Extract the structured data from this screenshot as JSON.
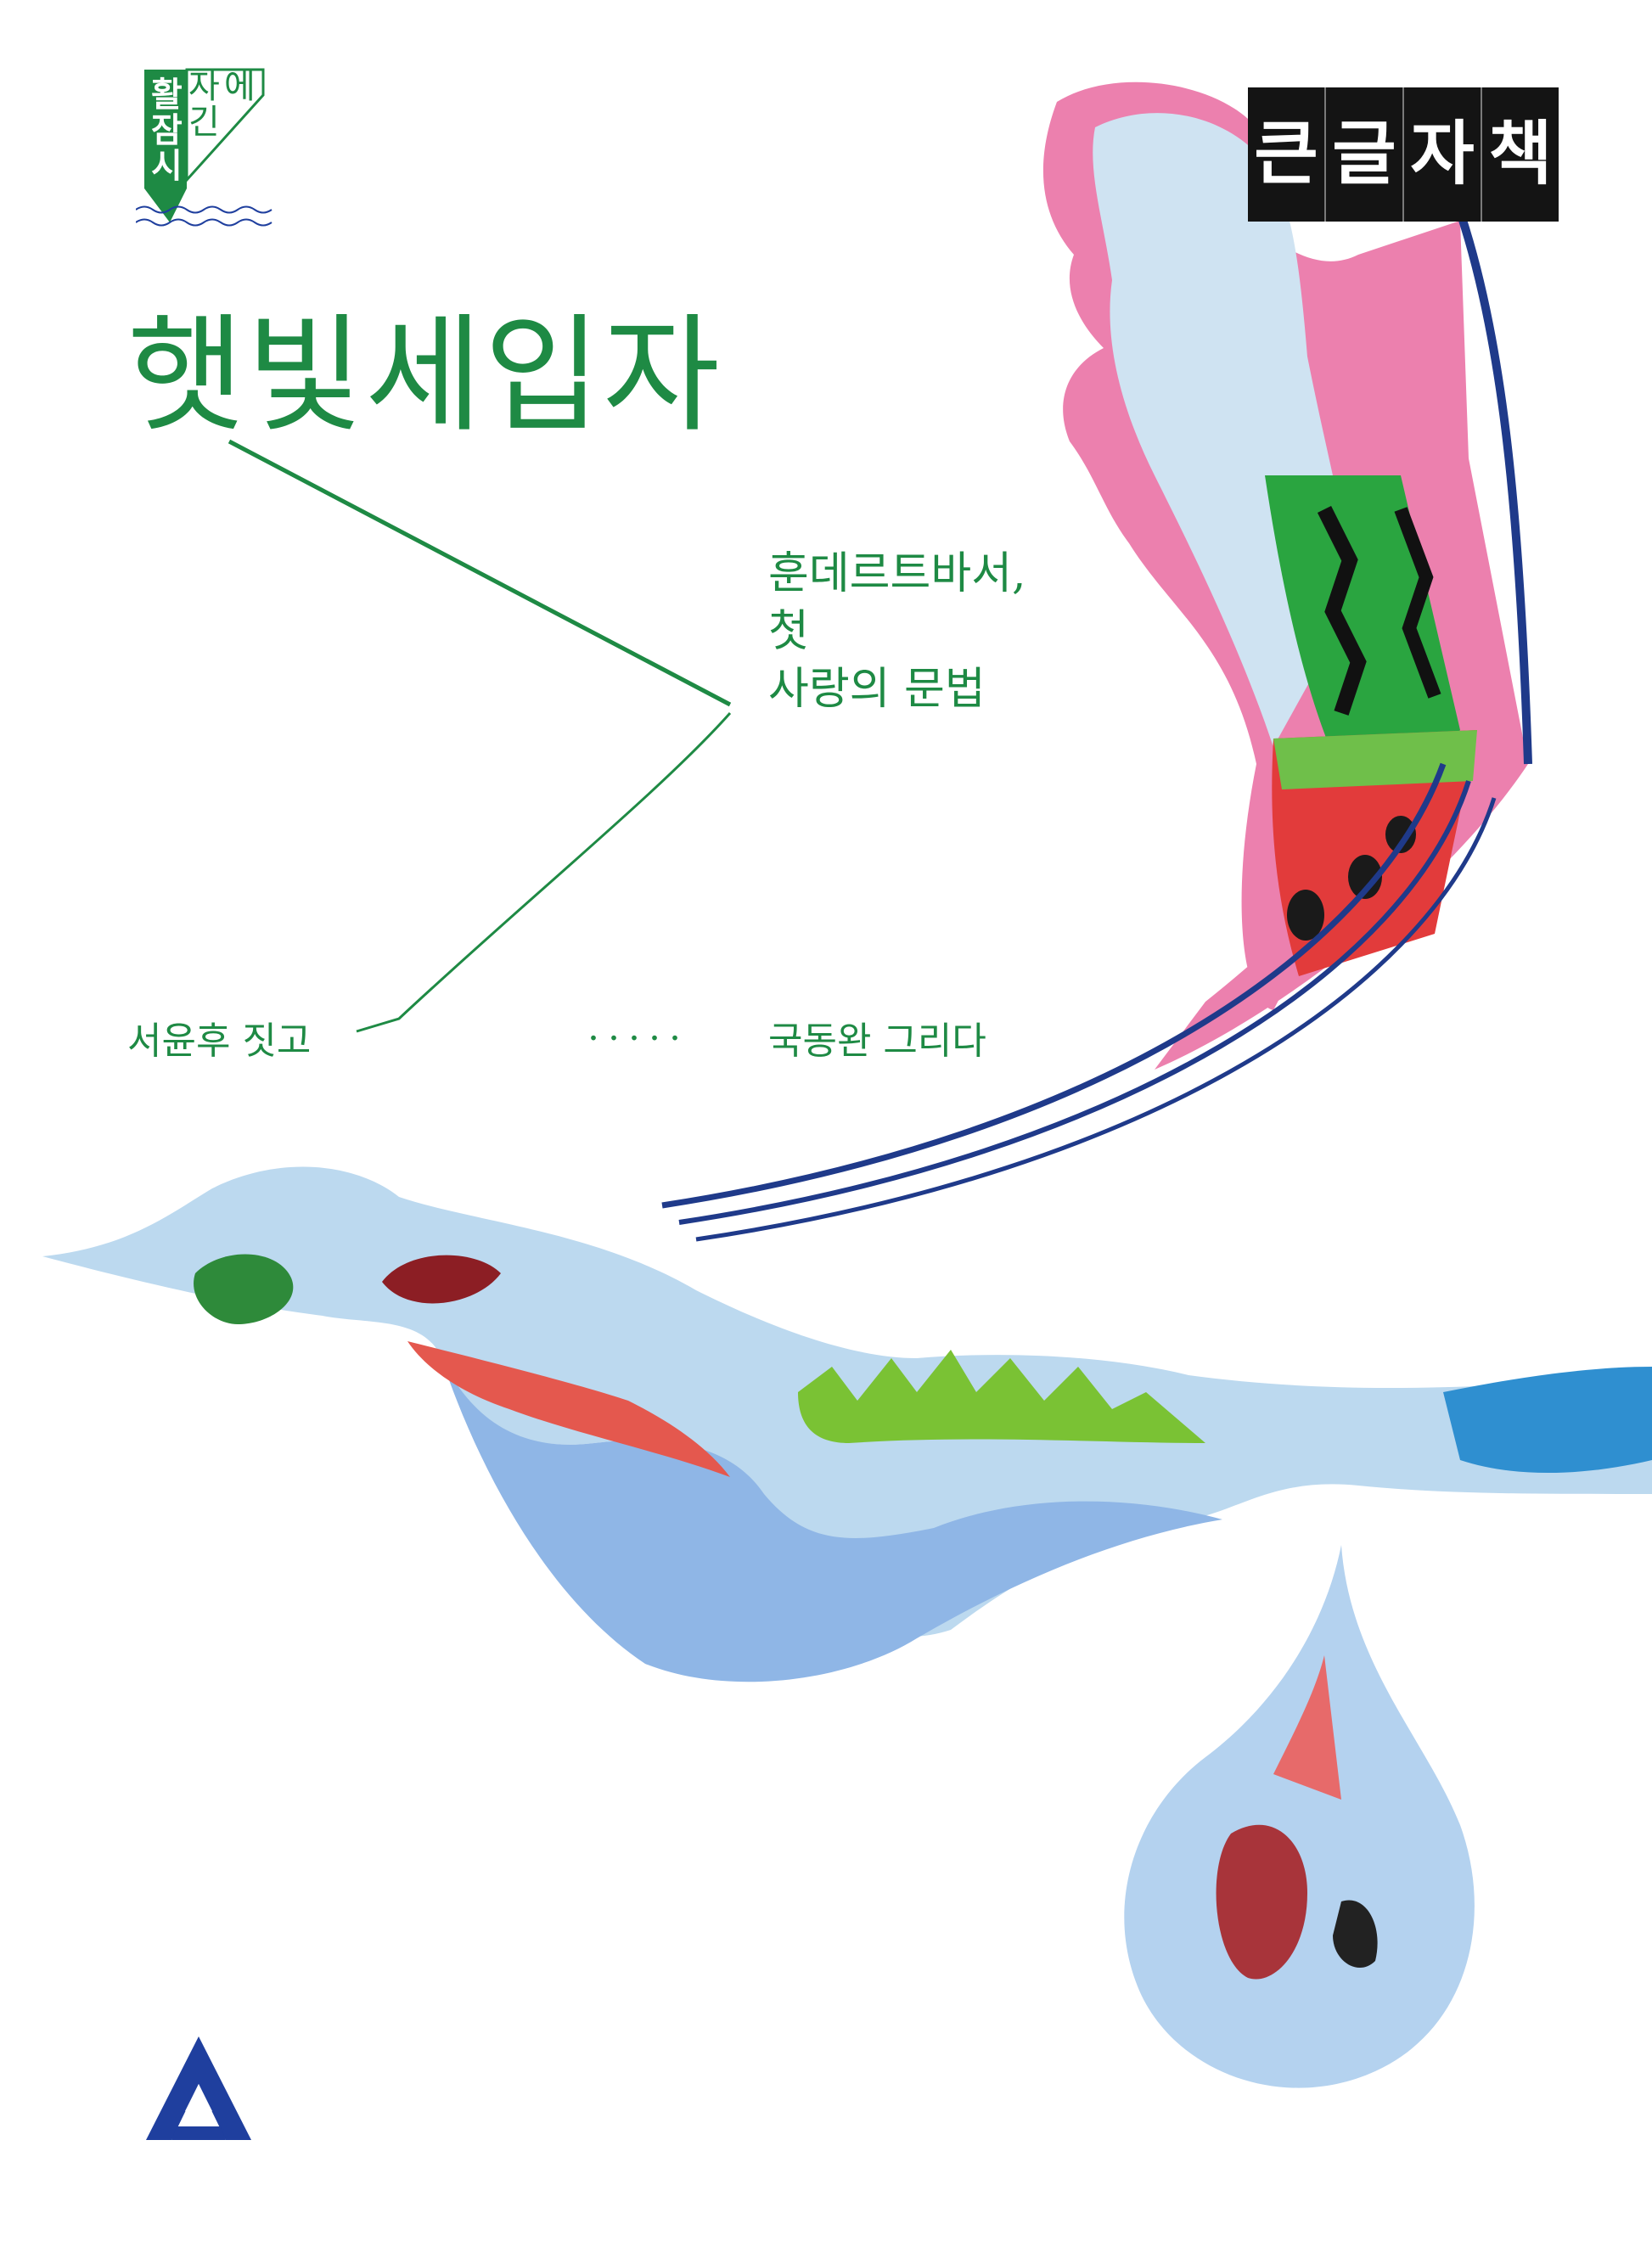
{
  "series": {
    "col_a": [
      "활",
      "잠",
      "시"
    ],
    "col_b": [
      "자",
      "에",
      "긴"
    ]
  },
  "badge": {
    "chars": [
      "큰",
      "글",
      "자",
      "책"
    ]
  },
  "book": {
    "title": "햇빛세입자",
    "subtitle_lines": [
      "훈데르트바서,",
      "첫",
      "사랑의 문법"
    ],
    "author_credit": "서윤후 짓고",
    "separator": ".....",
    "illustrator_credit": "국동완 그리다"
  },
  "colors": {
    "accent": "#1e8a44",
    "badge_bg": "#141414",
    "publisher_logo": "#1f3f9e"
  },
  "icons": {
    "publisher_logo": "triangle-a-logo"
  }
}
